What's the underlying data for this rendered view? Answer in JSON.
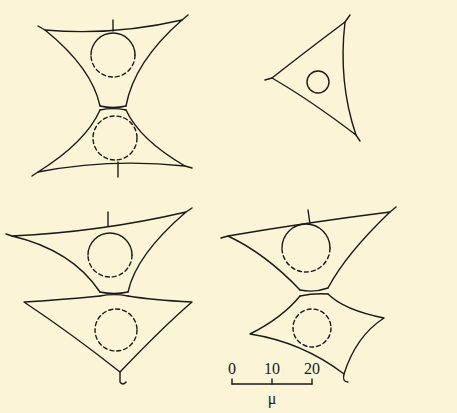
{
  "diagram": {
    "labels": [
      "0",
      "10",
      "20",
      "μ"
    ]
  }
}
